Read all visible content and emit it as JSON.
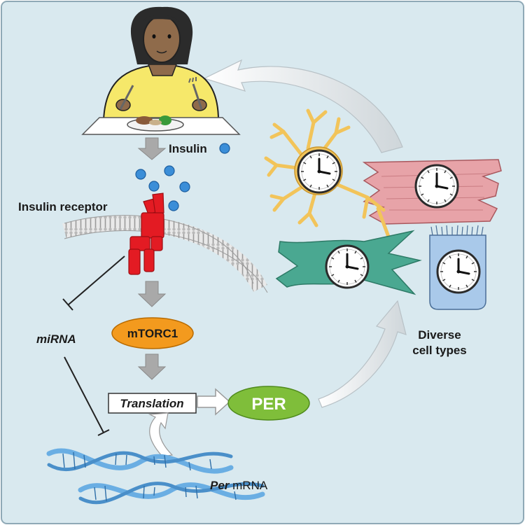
{
  "colors": {
    "background": "#d9e9ef",
    "border": "#8fa9b6",
    "process_arrow": "#a9a9a9",
    "insulin_dot": "#3b8ed8",
    "receptor": "#e31b23",
    "mtorc1": "#f39a1e",
    "per": "#7fbe3a",
    "shirt": "#f6e86a",
    "skin": "#8f6b4b",
    "neuron": "#f2c45a",
    "muscle_cell": "#e7a3a8",
    "fibroblast": "#4aa891",
    "epithelial_cell": "#a9c9ea",
    "mrna_strand": "#6aaee3"
  },
  "labels": {
    "insulin": "Insulin",
    "insulin_receptor": "Insulin receptor",
    "mtorc1": "mTORC1",
    "translation": "Translation",
    "per": "PER",
    "mirna": "miRNA",
    "per_mrna_italic": "Per",
    "per_mrna_rest": " mRNA",
    "diverse_line1": "Diverse",
    "diverse_line2": "cell types"
  },
  "icons": {
    "person": "eating-person-icon",
    "plate": "plate-of-food-icon",
    "membrane": "cell-membrane-icon",
    "clock": "clock-icon",
    "neuron": "neuron-cell-icon",
    "muscle": "muscle-cell-icon",
    "fibroblast": "fibroblast-cell-icon",
    "epithelial": "epithelial-cell-icon",
    "mrna": "mrna-strand-icon"
  }
}
